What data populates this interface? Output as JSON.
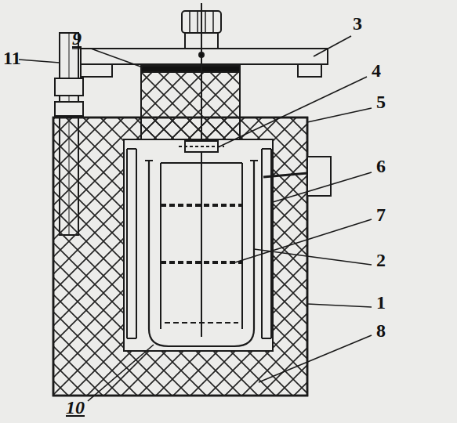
{
  "diagram": {
    "labels": [
      "9",
      "3",
      "4",
      "5",
      "6",
      "7",
      "2",
      "1",
      "8",
      "10",
      "11"
    ]
  }
}
